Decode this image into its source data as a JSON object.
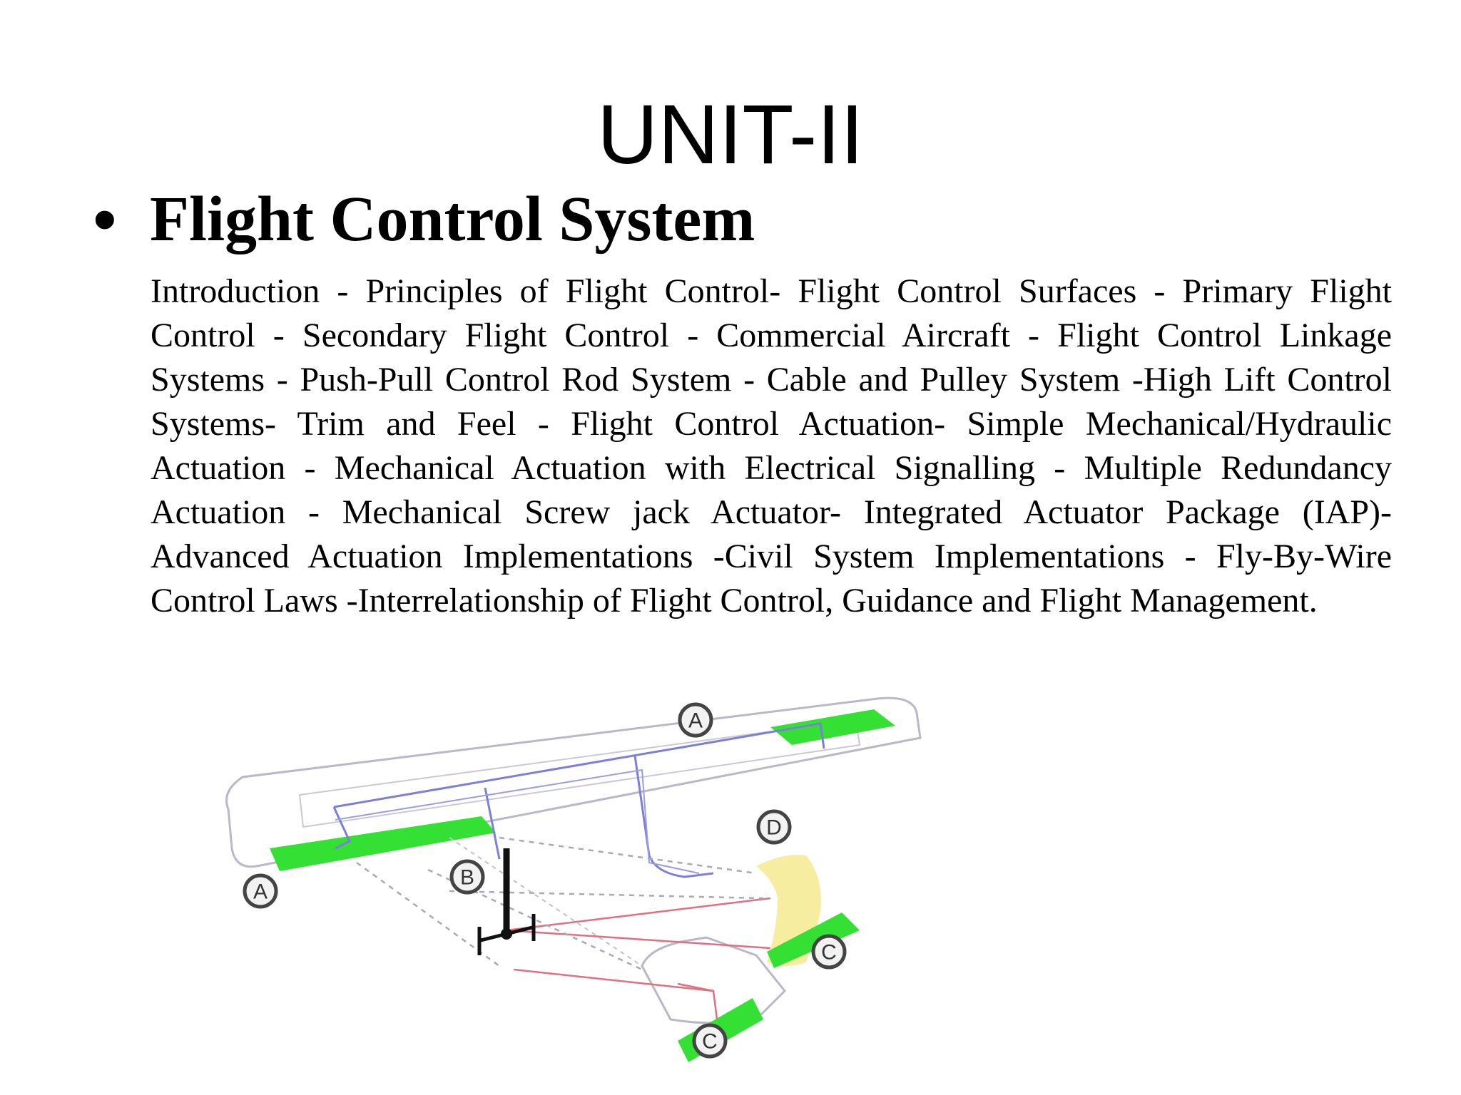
{
  "slide": {
    "title": "UNIT-II",
    "bullet_marker": "•",
    "heading": "Flight Control System",
    "body": "Introduction - Principles of Flight Control- Flight Control Surfaces - Primary Flight Control - Secondary Flight Control - Commercial Aircraft - Flight Control Linkage Systems - Push-Pull Control Rod System - Cable and Pulley System -High Lift Control Systems- Trim and Feel - Flight Control Actuation- Simple Mechanical/Hydraulic Actuation - Mechanical Actuation with Electrical Signalling - Multiple Redundancy Actuation - Mechanical Screw jack Actuator- Integrated Actuator Package (IAP)- Advanced Actuation Implementations -Civil System Implementations - Fly-By-Wire Control Laws -Interrelationship of Flight Control, Guidance and Flight Management."
  },
  "diagram": {
    "labels": {
      "aileron_right": "A",
      "aileron_left": "A",
      "control_stick": "B",
      "rudder": "D",
      "elevator_right": "C",
      "elevator_left": "C"
    },
    "colors": {
      "control_surface": "#35e035",
      "rudder": "#f5ea90",
      "aileron_linkage": "#7b7fd6",
      "elevator_linkage": "#e07080",
      "rudder_linkage": "#a0a0b0",
      "outline": "#b8b8c8"
    }
  }
}
